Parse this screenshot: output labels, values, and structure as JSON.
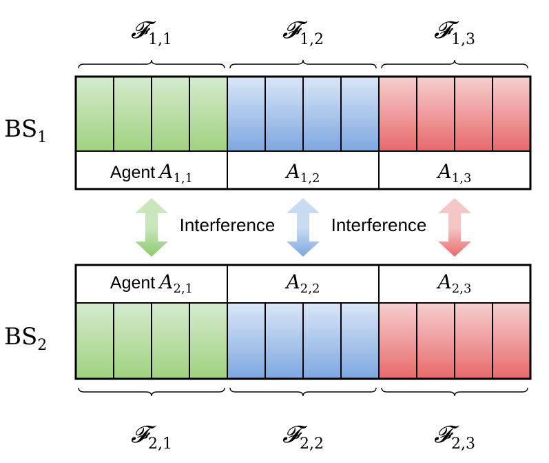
{
  "base_stations": [
    {
      "label": "BS",
      "sub": "1",
      "segments": [
        {
          "set_label": "𝓕",
          "set_sub": "1,1",
          "agent_prefix": "Agent",
          "agent_symbol": "A",
          "agent_sub": "1,1",
          "color_top": "#d6ebcf",
          "color_bottom": "#9fd27f"
        },
        {
          "set_label": "𝓕",
          "set_sub": "1,2",
          "agent_prefix": "",
          "agent_symbol": "A",
          "agent_sub": "1,2",
          "color_top": "#d9e6f7",
          "color_bottom": "#7ea7df"
        },
        {
          "set_label": "𝓕",
          "set_sub": "1,3",
          "agent_prefix": "",
          "agent_symbol": "A",
          "agent_sub": "1,3",
          "color_top": "#f6cfcf",
          "color_bottom": "#e8696b"
        }
      ]
    },
    {
      "label": "BS",
      "sub": "2",
      "segments": [
        {
          "set_label": "𝓕",
          "set_sub": "2,1",
          "agent_prefix": "Agent",
          "agent_symbol": "A",
          "agent_sub": "2,1",
          "color_top": "#d6ebcf",
          "color_bottom": "#9fd27f"
        },
        {
          "set_label": "𝓕",
          "set_sub": "2,2",
          "agent_prefix": "",
          "agent_symbol": "A",
          "agent_sub": "2,2",
          "color_top": "#d9e6f7",
          "color_bottom": "#7ea7df"
        },
        {
          "set_label": "𝓕",
          "set_sub": "2,3",
          "agent_prefix": "",
          "agent_symbol": "A",
          "agent_sub": "2,3",
          "color_top": "#f6cfcf",
          "color_bottom": "#e8696b"
        }
      ]
    }
  ],
  "interference_labels": [
    "Interference",
    "Interference"
  ],
  "arrow_colors": {
    "green": {
      "light": "#c9e6bc",
      "dark": "#8bcb6c"
    },
    "blue": {
      "light": "#c8dbf3",
      "dark": "#7ea7df"
    },
    "red": {
      "light": "#f6c6c6",
      "dark": "#e86a6b"
    }
  }
}
